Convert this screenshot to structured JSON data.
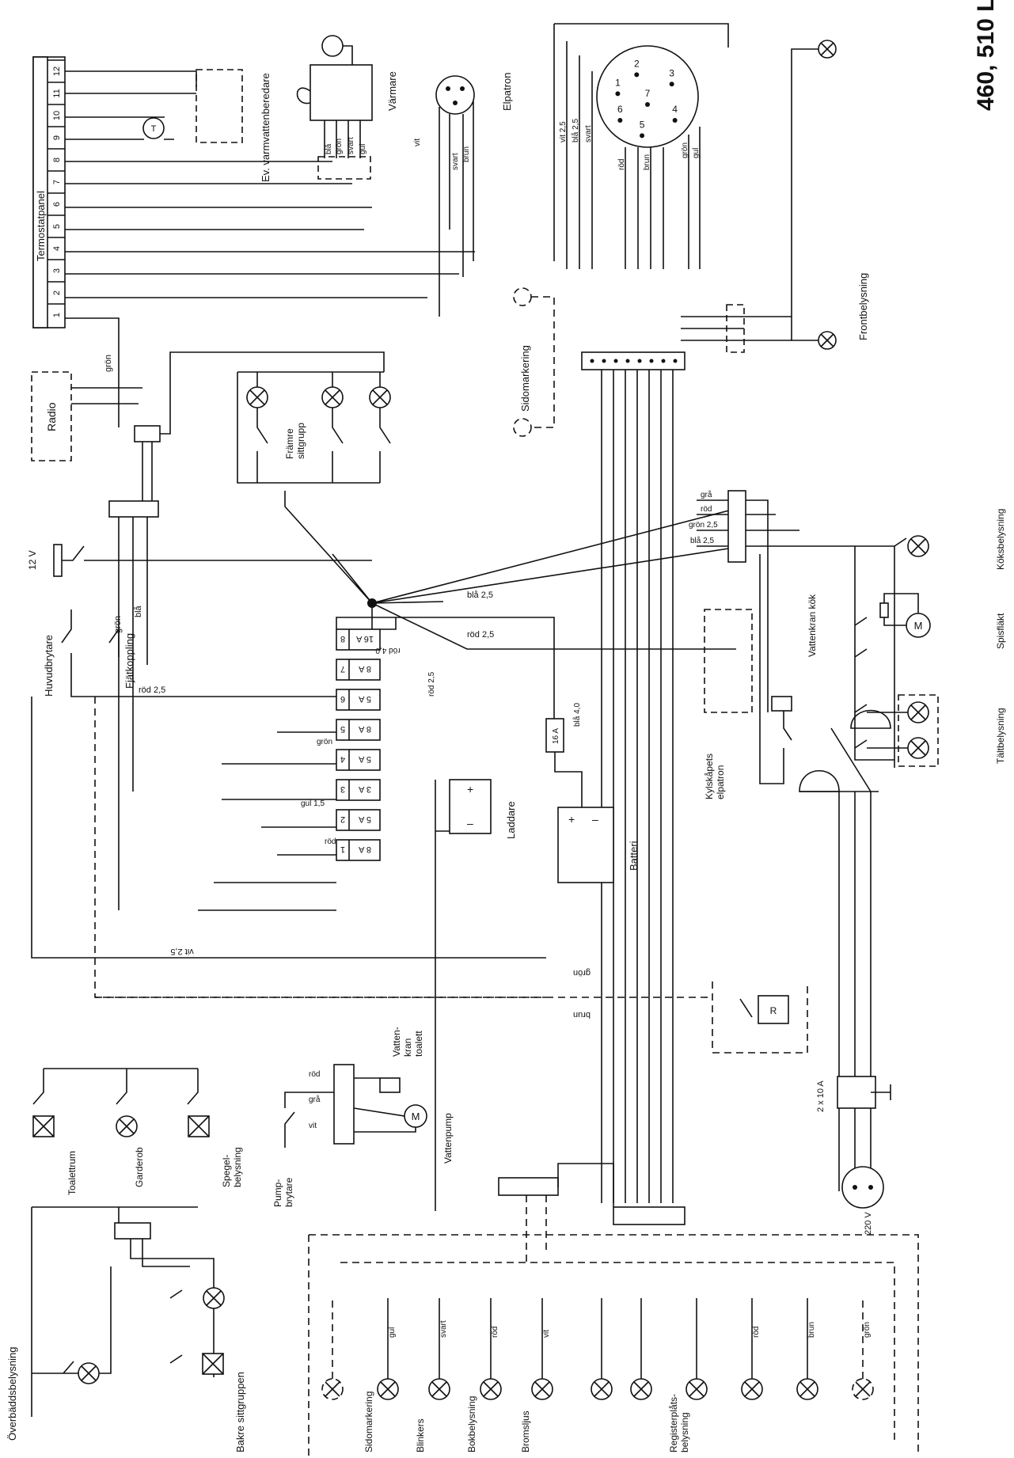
{
  "model": "460, 510 L",
  "labels": {
    "termostatpanel": "Termostatpanel",
    "varmvatten": "Ev. varmvattenberedare",
    "varmare": "Värmare",
    "elpatron": "Elpatron",
    "t_symbol": "T",
    "radio": "Radio",
    "v12": "12 V",
    "huvudbrytare": "Huvudbrytare",
    "fjatkoppling": "Fjätkoppling",
    "framre1": "Främre",
    "framre2": "sittgrupp",
    "sidomarkering_top": "Sidomarkering",
    "frontbelysning": "Frontbelysning",
    "koksbelysning": "Köksbelysning",
    "spisflakt": "Spisfläkt",
    "taltbelysning": "Tältbelysning",
    "vattenkran_kok": "Vattenkran kök",
    "kylskap1": "Kylskåpets",
    "kylskap2": "elpatron",
    "laddare": "Laddare",
    "batteri": "Batteri",
    "fuse_16a": "16 A",
    "relay_r": "R",
    "fuse_2x10": "2 x 10 A",
    "v220": "220 V",
    "toalettrum": "Toalettrum",
    "garderob": "Garderob",
    "spegel1": "Spegel-",
    "spegel2": "belysning",
    "pump1": "Pump-",
    "pump2": "brytare",
    "vattenpump": "Vattenpump",
    "kran_toa1": "Vatten-",
    "kran_toa2": "kran",
    "kran_toa3": "toalett",
    "overbadd": "Överbäddsbelysning",
    "bakre": "Bakre sittgruppen",
    "sidomarkering_bottom": "Sidomarkering",
    "blinkers": "Blinkers",
    "bokbelysning": "Bokbelysning",
    "bromsljus": "Bromsljus",
    "registerplats1": "Registerplåts-",
    "registerplats2": "belysning",
    "motor_m": "M"
  },
  "terminals": [
    "1",
    "2",
    "3",
    "4",
    "5",
    "6",
    "7",
    "8",
    "9",
    "10",
    "11",
    "12"
  ],
  "connector_pins": [
    "1",
    "2",
    "3",
    "4",
    "5",
    "6",
    "7"
  ],
  "fuses": [
    {
      "num": "8",
      "rating": "16 A"
    },
    {
      "num": "7",
      "rating": "8 A"
    },
    {
      "num": "6",
      "rating": "5 A"
    },
    {
      "num": "5",
      "rating": "8 A"
    },
    {
      "num": "4",
      "rating": "5 A"
    },
    {
      "num": "3",
      "rating": "3 A"
    },
    {
      "num": "2",
      "rating": "5 A"
    },
    {
      "num": "1",
      "rating": "8 A"
    }
  ],
  "wire_labels": {
    "bla_gron_svart_gul": [
      "blå",
      "grön",
      "svart",
      "gul"
    ],
    "elpatron": [
      "vit",
      "svart",
      "brun"
    ],
    "connector_left": [
      "vit 2,5",
      "blå 2,5",
      "svart"
    ],
    "connector_bottom": [
      "röd",
      "brun"
    ],
    "connector_right": [
      "grön",
      "gul"
    ],
    "right_bus": [
      "grå",
      "röd",
      "grön 2,5",
      "blå 2,5"
    ],
    "center": [
      "blå 2,5",
      "röd 2,5"
    ],
    "left": [
      "grön",
      "grön",
      "blå"
    ],
    "rod25": "röd 2,5",
    "rod40": "röd 4,0",
    "bla40": "blå 4,0",
    "rod25_b": "röd 2,5",
    "gron_f7": "grön",
    "gul15": "gul 1,5",
    "rod_f3": "röd",
    "vit25": "vit 2,5",
    "gron_long": "grön",
    "brun_long": "brun",
    "pump": [
      "röd",
      "grå",
      "vit"
    ],
    "rear": [
      "gul",
      "svart",
      "röd",
      "vit",
      "röd",
      "brun",
      "grön"
    ]
  }
}
